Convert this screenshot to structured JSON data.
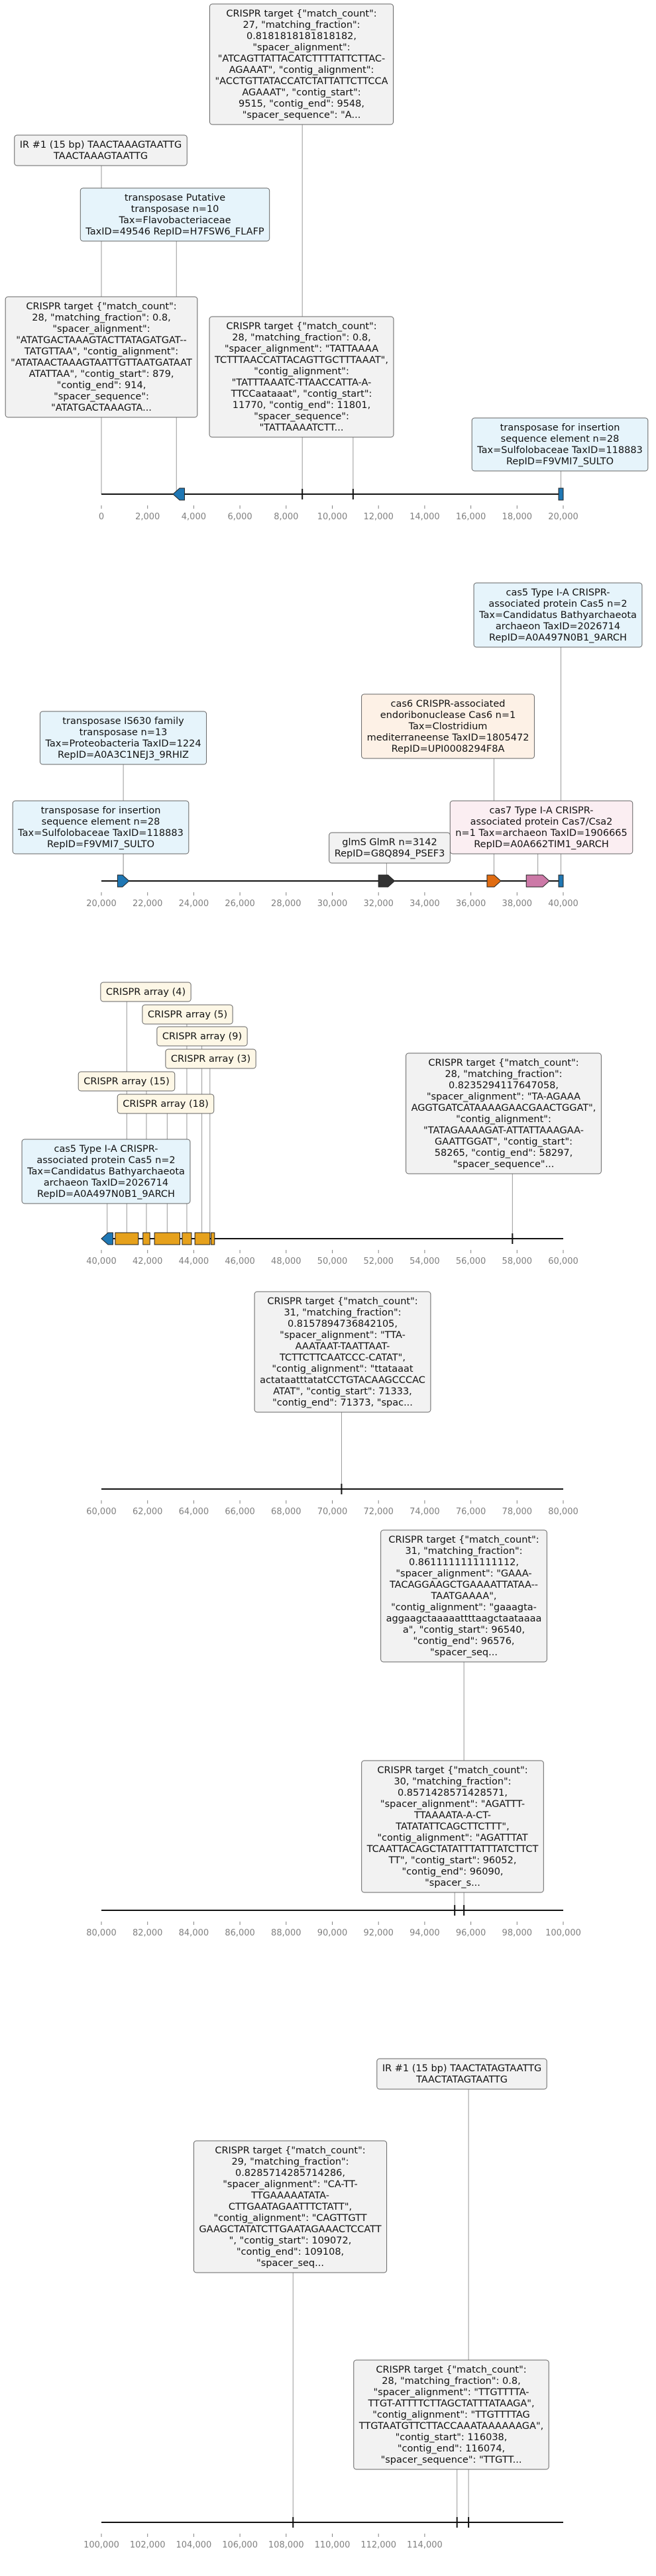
{
  "palette": {
    "box_gray": "#f2f2f2",
    "box_blue": "#e6f4fb",
    "box_peach": "#fdf1e6",
    "box_pink": "#fbeef2",
    "box_cream": "#fdf7e6",
    "edge": "#666666",
    "axis": "#111111",
    "tick_text": "#808080",
    "leader": "#999999",
    "feature_blue": "#1f77b4",
    "feature_orange": "#e6a11c",
    "feature_dark_orange": "#e06c12",
    "feature_pink": "#cc79a7",
    "feature_dark": "#333333"
  },
  "tracks": [
    {
      "id": "track1",
      "xmin": 0,
      "xmax": 20000,
      "tick_step": 2000,
      "ticks": [
        "0",
        "2,000",
        "4,000",
        "6,000",
        "8,000",
        "10,000",
        "12,000",
        "14,000",
        "16,000",
        "18,000",
        "20,000"
      ],
      "features": [
        {
          "start": 3100,
          "end": 3600,
          "strand": "-",
          "kind": "arrow",
          "color": "feature_blue"
        },
        {
          "start": 19800,
          "end": 20000,
          "strand": "+",
          "kind": "block",
          "color": "feature_blue"
        }
      ],
      "markers": [
        8700,
        10900
      ],
      "annotations": [
        {
          "style": "box_gray",
          "pos": 8700,
          "lines": [
            "CRISPR target {\"match_count\":",
            "27, \"matching_fraction\":",
            "0.8181818181818182,",
            "\"spacer_alignment\":",
            "\"ATCAGTTATTACATCTTTTATTCTTAC-",
            "AGAAAT\", \"contig_alignment\":",
            "\"ACCTGTTATACCATCTATTATTCTTCCA",
            "AGAAAT\", \"contig_start\":",
            "9515, \"contig_end\": 9548,",
            "\"spacer_sequence\": \"A..."
          ]
        },
        {
          "style": "box_gray",
          "pos": 0,
          "lines": [
            "IR #1 (15 bp) TAACTAAAGTAATTG",
            "TAACTAAAGTAATTG"
          ]
        },
        {
          "style": "box_blue",
          "pos": 3250,
          "lines": [
            "transposase Putative",
            "transposase n=10",
            "Tax=Flavobacteriaceae",
            "TaxID=49546 RepID=H7FSW6_FLAFP"
          ]
        },
        {
          "style": "box_gray",
          "pos": 0,
          "lines": [
            "CRISPR target {\"match_count\":",
            "28, \"matching_fraction\": 0.8,",
            "\"spacer_alignment\":",
            "\"ATATGACTAAAGTACTTATAGATGAT--",
            "TATGTTAA\", \"contig_alignment\":",
            "\"ATATAACTAAAGTAATTGTTAATGATAAT",
            "ATATTAA\", \"contig_start\": 879,",
            "\"contig_end\": 914,",
            "\"spacer_sequence\":",
            "\"ATATGACTAAAGTA..."
          ]
        },
        {
          "style": "box_gray",
          "pos": 10900,
          "lines": [
            "CRISPR target {\"match_count\":",
            "28, \"matching_fraction\": 0.8,",
            "\"spacer_alignment\": \"TATTAAAA",
            "TCTTTAACCATTACAGTTGCTTTAAAT\",",
            "\"contig_alignment\":",
            "\"TATTTAAATC-TTAACCATTA-A-",
            "TTCCaataaat\", \"contig_start\":",
            "11770, \"contig_end\": 11801,",
            "\"spacer_sequence\":",
            "\"TATTAAAATCTT..."
          ]
        },
        {
          "style": "box_blue",
          "pos": 19900,
          "lines": [
            "transposase for insertion",
            "sequence element n=28",
            "Tax=Sulfolobaceae TaxID=118883",
            "RepID=F9VMI7_SULTO"
          ]
        }
      ]
    },
    {
      "id": "track2",
      "xmin": 20000,
      "xmax": 40000,
      "tick_step": 2000,
      "ticks": [
        "20,000",
        "22,000",
        "24,000",
        "26,000",
        "28,000",
        "30,000",
        "32,000",
        "34,000",
        "36,000",
        "38,000",
        "40,000"
      ],
      "features": [
        {
          "start": 20700,
          "end": 21200,
          "strand": "+",
          "kind": "arrow",
          "color": "feature_blue"
        },
        {
          "start": 32000,
          "end": 32700,
          "strand": "+",
          "kind": "arrow",
          "color": "feature_dark"
        },
        {
          "start": 36700,
          "end": 37300,
          "strand": "+",
          "kind": "arrow",
          "color": "feature_dark_orange"
        },
        {
          "start": 38400,
          "end": 39400,
          "strand": "+",
          "kind": "arrow",
          "color": "feature_pink"
        },
        {
          "start": 39800,
          "end": 40000,
          "strand": "+",
          "kind": "block",
          "color": "feature_blue"
        }
      ],
      "markers": [],
      "annotations": [
        {
          "style": "box_blue",
          "pos": 39900,
          "lines": [
            "cas5 Type I-A CRISPR-",
            "associated protein Cas5 n=2",
            "Tax=Candidatus Bathyarchaeota",
            "archaeon TaxID=2026714",
            "RepID=A0A497N0B1_9ARCH"
          ]
        },
        {
          "style": "box_peach",
          "pos": 37000,
          "lines": [
            "cas6 CRISPR-associated",
            "endoribonuclease Cas6 n=1",
            "Tax=Clostridium",
            "mediterraneense TaxID=1805472",
            "RepID=UPI0008294F8A"
          ]
        },
        {
          "style": "box_blue",
          "pos": 20950,
          "lines": [
            "transposase IS630 family",
            "transposase n=13",
            "Tax=Proteobacteria TaxID=1224",
            "RepID=A0A3C1NEJ3_9RHIZ"
          ]
        },
        {
          "style": "box_pink",
          "pos": 38900,
          "lines": [
            "cas7 Type I-A CRISPR-",
            "associated protein Cas7/Csa2",
            "n=1 Tax=archaeon TaxID=1906665",
            "RepID=A0A662TIM1_9ARCH"
          ]
        },
        {
          "style": "box_blue",
          "pos": 20950,
          "lines": [
            "transposase for insertion",
            "sequence element n=28",
            "Tax=Sulfolobaceae TaxID=118883",
            "RepID=F9VMI7_SULTO"
          ]
        },
        {
          "style": "box_gray",
          "pos": 32350,
          "lines": [
            "glmS GlmR n=3142",
            "RepID=G8Q894_PSEF3"
          ]
        }
      ]
    },
    {
      "id": "track3",
      "xmin": 40000,
      "xmax": 60000,
      "tick_step": 2000,
      "ticks": [
        "40,000",
        "42,000",
        "44,000",
        "46,000",
        "48,000",
        "50,000",
        "52,000",
        "54,000",
        "56,000",
        "58,000",
        "60,000"
      ],
      "features": [
        {
          "start": 40000,
          "end": 40500,
          "strand": "-",
          "kind": "arrow",
          "color": "feature_blue"
        },
        {
          "start": 40600,
          "end": 41600,
          "strand": "",
          "kind": "block",
          "color": "feature_orange"
        },
        {
          "start": 41800,
          "end": 42100,
          "strand": "",
          "kind": "block",
          "color": "feature_orange"
        },
        {
          "start": 42300,
          "end": 43400,
          "strand": "",
          "kind": "block",
          "color": "feature_orange"
        },
        {
          "start": 43500,
          "end": 43900,
          "strand": "",
          "kind": "block",
          "color": "feature_orange"
        },
        {
          "start": 44050,
          "end": 44700,
          "strand": "",
          "kind": "block",
          "color": "feature_orange"
        },
        {
          "start": 44750,
          "end": 44900,
          "strand": "",
          "kind": "block",
          "color": "feature_orange"
        }
      ],
      "markers": [
        57800
      ],
      "annotations": [
        {
          "style": "box_cream",
          "pos": 41100,
          "lines": [
            "CRISPR array (4)"
          ]
        },
        {
          "style": "box_cream",
          "pos": 43700,
          "lines": [
            "CRISPR array (5)"
          ]
        },
        {
          "style": "box_cream",
          "pos": 44350,
          "lines": [
            "CRISPR array (9)"
          ]
        },
        {
          "style": "box_cream",
          "pos": 44700,
          "lines": [
            "CRISPR array (3)"
          ]
        },
        {
          "style": "box_cream",
          "pos": 41950,
          "lines": [
            "CRISPR array (15)"
          ]
        },
        {
          "style": "box_cream",
          "pos": 42850,
          "lines": [
            "CRISPR array (18)"
          ]
        },
        {
          "style": "box_gray",
          "pos": 57800,
          "lines": [
            "CRISPR target {\"match_count\":",
            "28, \"matching_fraction\":",
            "0.8235294117647058,",
            "\"spacer_alignment\": \"TA-AGAAA",
            "AGGTGATCATAAAAGAACGAACTGGAT\",",
            "\"contig_alignment\":",
            "\"TATAGAAAAGAT-ATTATTAAAGAA-",
            "GAATTGGAT\", \"contig_start\":",
            "58265, \"contig_end\": 58297,",
            "\"spacer_sequence\"..."
          ]
        },
        {
          "style": "box_blue",
          "pos": 40250,
          "lines": [
            "cas5 Type I-A CRISPR-",
            "associated protein Cas5 n=2",
            "Tax=Candidatus Bathyarchaeota",
            "archaeon TaxID=2026714",
            "RepID=A0A497N0B1_9ARCH"
          ]
        }
      ]
    },
    {
      "id": "track4",
      "xmin": 60000,
      "xmax": 80000,
      "tick_step": 2000,
      "ticks": [
        "60,000",
        "62,000",
        "64,000",
        "66,000",
        "68,000",
        "70,000",
        "72,000",
        "74,000",
        "76,000",
        "78,000",
        "80,000"
      ],
      "features": [],
      "markers": [
        70400
      ],
      "annotations": [
        {
          "style": "box_gray",
          "pos": 70400,
          "lines": [
            "CRISPR target {\"match_count\":",
            "31, \"matching_fraction\":",
            "0.8157894736842105,",
            "\"spacer_alignment\": \"TTA-",
            "AAATAAT-TAATTAAT-",
            "TCTTCTTCAATCCC-CATAT\",",
            "\"contig_alignment\": \"ttataaat",
            "actataatttatatCCTGTACAAGCCCAC",
            "ATAT\", \"contig_start\": 71333,",
            "\"contig_end\": 71373, \"spac..."
          ]
        }
      ]
    },
    {
      "id": "track5",
      "xmin": 80000,
      "xmax": 100000,
      "tick_step": 2000,
      "ticks": [
        "80,000",
        "82,000",
        "84,000",
        "86,000",
        "88,000",
        "90,000",
        "92,000",
        "94,000",
        "96,000",
        "98,000",
        "100,000"
      ],
      "features": [],
      "markers": [
        95300,
        95700
      ],
      "annotations": [
        {
          "style": "box_gray",
          "pos": 95700,
          "lines": [
            "CRISPR target {\"match_count\":",
            "31, \"matching_fraction\":",
            "0.8611111111111112,",
            "\"spacer_alignment\": \"GAAA-",
            "TACAGGAAGCTGAAAATTATAA--",
            "TAATGAAAA\",",
            "\"contig_alignment\": \"gaaagta-",
            "aggaagctaaaaattttaagctaataaaa",
            "a\", \"contig_start\": 96540,",
            "\"contig_end\": 96576,",
            "\"spacer_seq..."
          ]
        },
        {
          "style": "box_gray",
          "pos": 95300,
          "lines": [
            "CRISPR target {\"match_count\":",
            "30, \"matching_fraction\":",
            "0.8571428571428571,",
            "\"spacer_alignment\": \"AGATTT-",
            "TTAAAATA-A-CT-",
            "TATATATTCAGCTTCTTT\",",
            "\"contig_alignment\": \"AGATTTAT",
            "TCAATTACAGCTATATTTATTTATCTTCT",
            "TT\", \"contig_start\": 96052,",
            "\"contig_end\": 96090,",
            "\"spacer_s..."
          ]
        }
      ]
    },
    {
      "id": "track6",
      "xmin": 100000,
      "xmax": 120000,
      "tick_step": 2000,
      "ticks": [
        "100,000",
        "102,000",
        "104,000",
        "106,000",
        "108,000",
        "110,000",
        "112,000",
        "114,000"
      ],
      "features": [],
      "markers": [
        108300,
        115400,
        115900
      ],
      "annotations": [
        {
          "style": "box_gray",
          "pos": 115900,
          "lines": [
            "IR #1 (15 bp) TAACTATAGTAATTG",
            "TAACTATAGTAATTG"
          ]
        },
        {
          "style": "box_gray",
          "pos": 108300,
          "lines": [
            "CRISPR target {\"match_count\":",
            "29, \"matching_fraction\":",
            "0.8285714285714286,",
            "\"spacer_alignment\": \"CA-TT-",
            "TTGAAAAATATA-",
            "CTTGAATAGAATTTCTATT\",",
            "\"contig_alignment\": \"CAGTTGTT",
            "GAAGCTATATCTTGAATAGAAACTCCATT",
            "\", \"contig_start\": 109072,",
            "\"contig_end\": 109108,",
            "\"spacer_seq..."
          ]
        },
        {
          "style": "box_gray",
          "pos": 115400,
          "lines": [
            "CRISPR target {\"match_count\":",
            "28, \"matching_fraction\": 0.8,",
            "\"spacer_alignment\": \"TTGTTTTA-",
            "TTGT-ATTTTCTTAGCTATTTATAAGA\",",
            "\"contig_alignment\": \"TTGTTTTAG",
            "TTGTAATGTTCTTACCAAATAAAAAAGA\",",
            "\"contig_start\": 116038,",
            "\"contig_end\": 116074,",
            "\"spacer_sequence\": \"TTGTT..."
          ]
        }
      ]
    }
  ]
}
